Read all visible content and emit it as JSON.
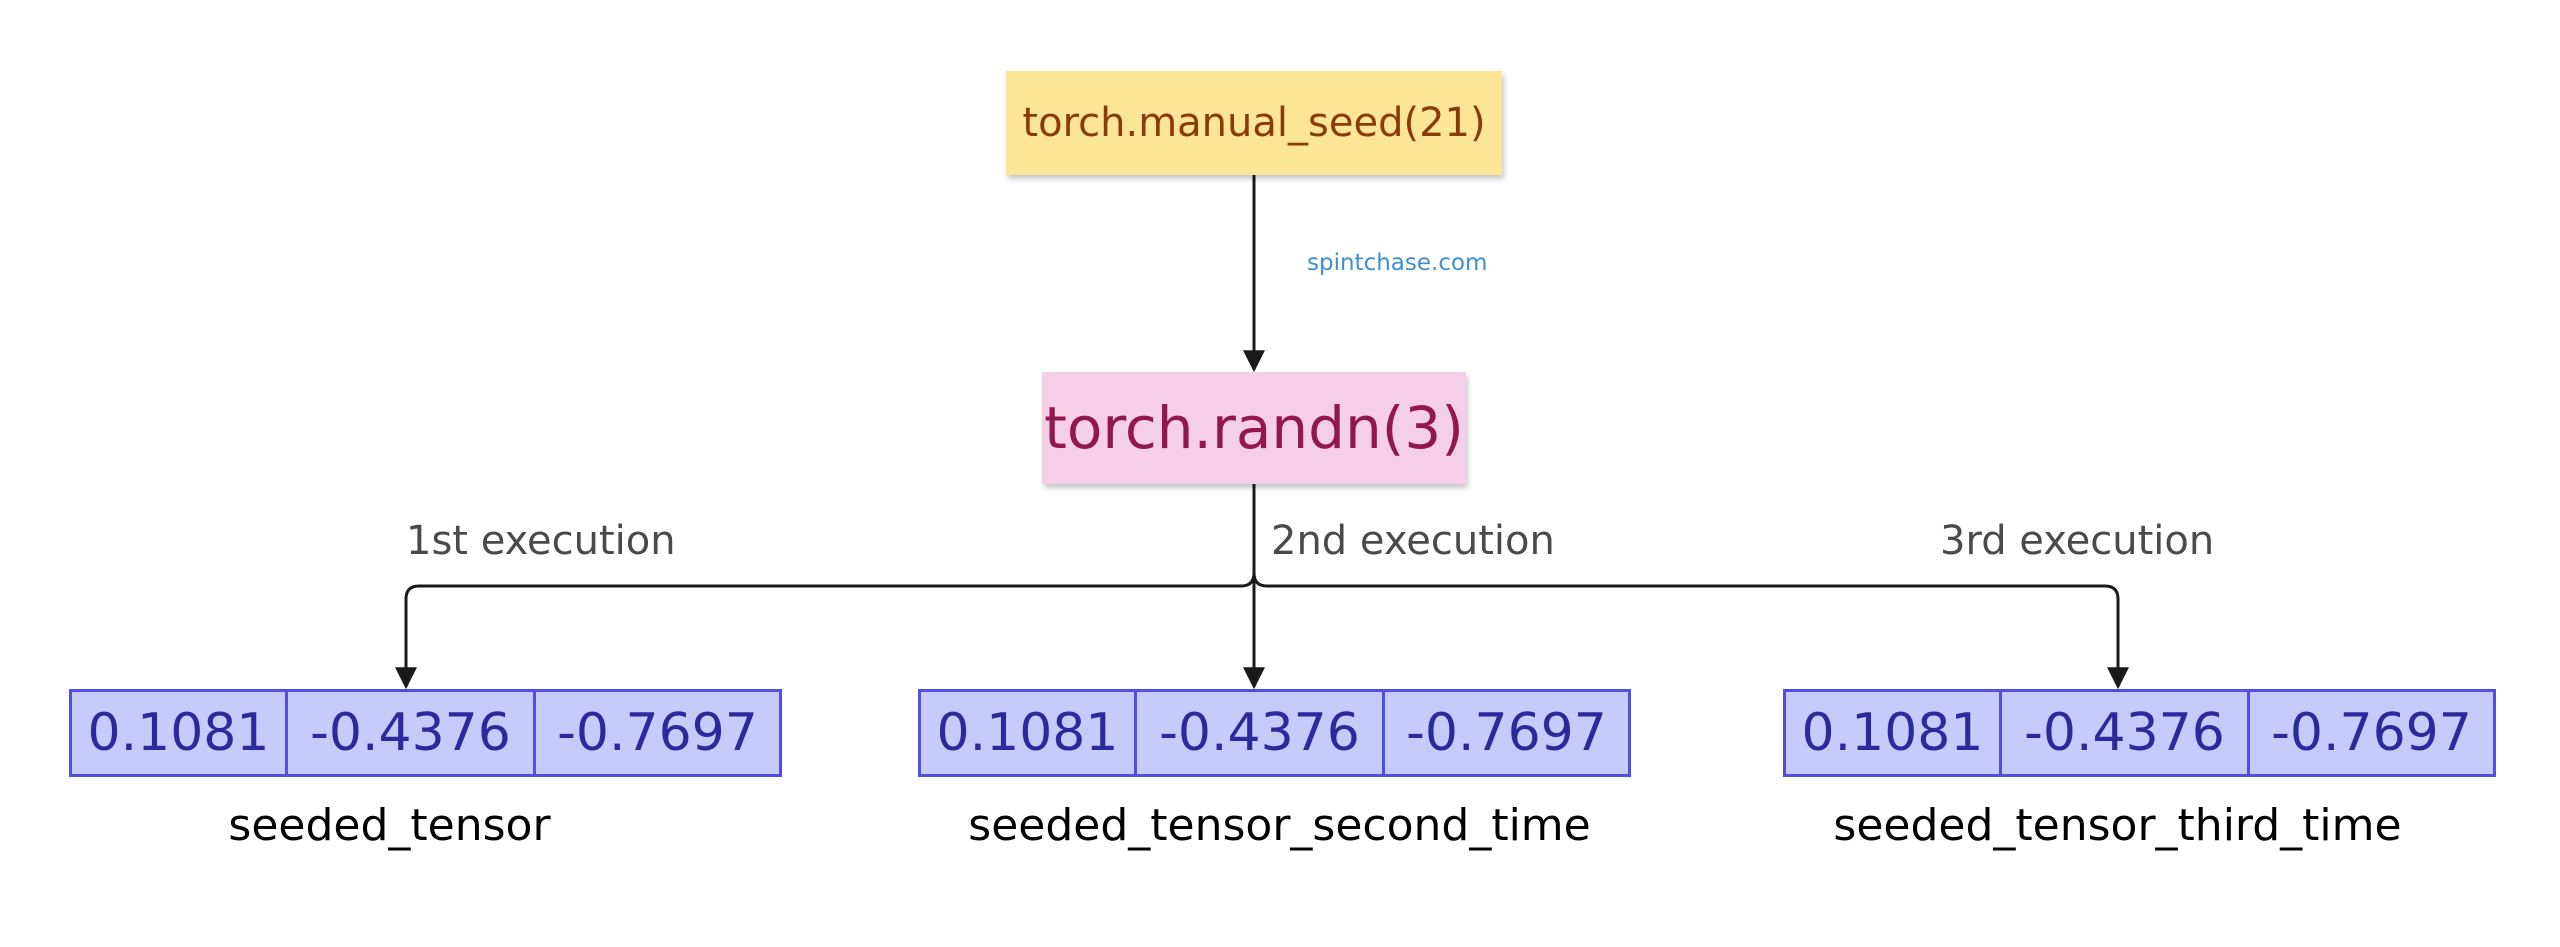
{
  "nodes": {
    "seed": "torch.manual_seed(21)",
    "randn": "torch.randn(3)"
  },
  "watermark": "spintchase.com",
  "executions": [
    "1st execution",
    "2nd execution",
    "3rd execution"
  ],
  "tensors": [
    {
      "name": "seeded_tensor",
      "values": [
        "0.1081",
        "-0.4376",
        "-0.7697"
      ]
    },
    {
      "name": "seeded_tensor_second_time",
      "values": [
        "0.1081",
        "-0.4376",
        "-0.7697"
      ]
    },
    {
      "name": "seeded_tensor_third_time",
      "values": [
        "0.1081",
        "-0.4376",
        "-0.7697"
      ]
    }
  ],
  "colors": {
    "seed_fill": "#fbe697",
    "seed_text": "#8b3a0b",
    "randn_fill": "#f4cfe6",
    "randn_text": "#92174a",
    "tensor_fill": "#c5cbfb",
    "tensor_border": "#5050e6",
    "tensor_text": "#2a2a9c",
    "watermark": "#3f8fd0",
    "arrow": "#1a1a1a"
  }
}
